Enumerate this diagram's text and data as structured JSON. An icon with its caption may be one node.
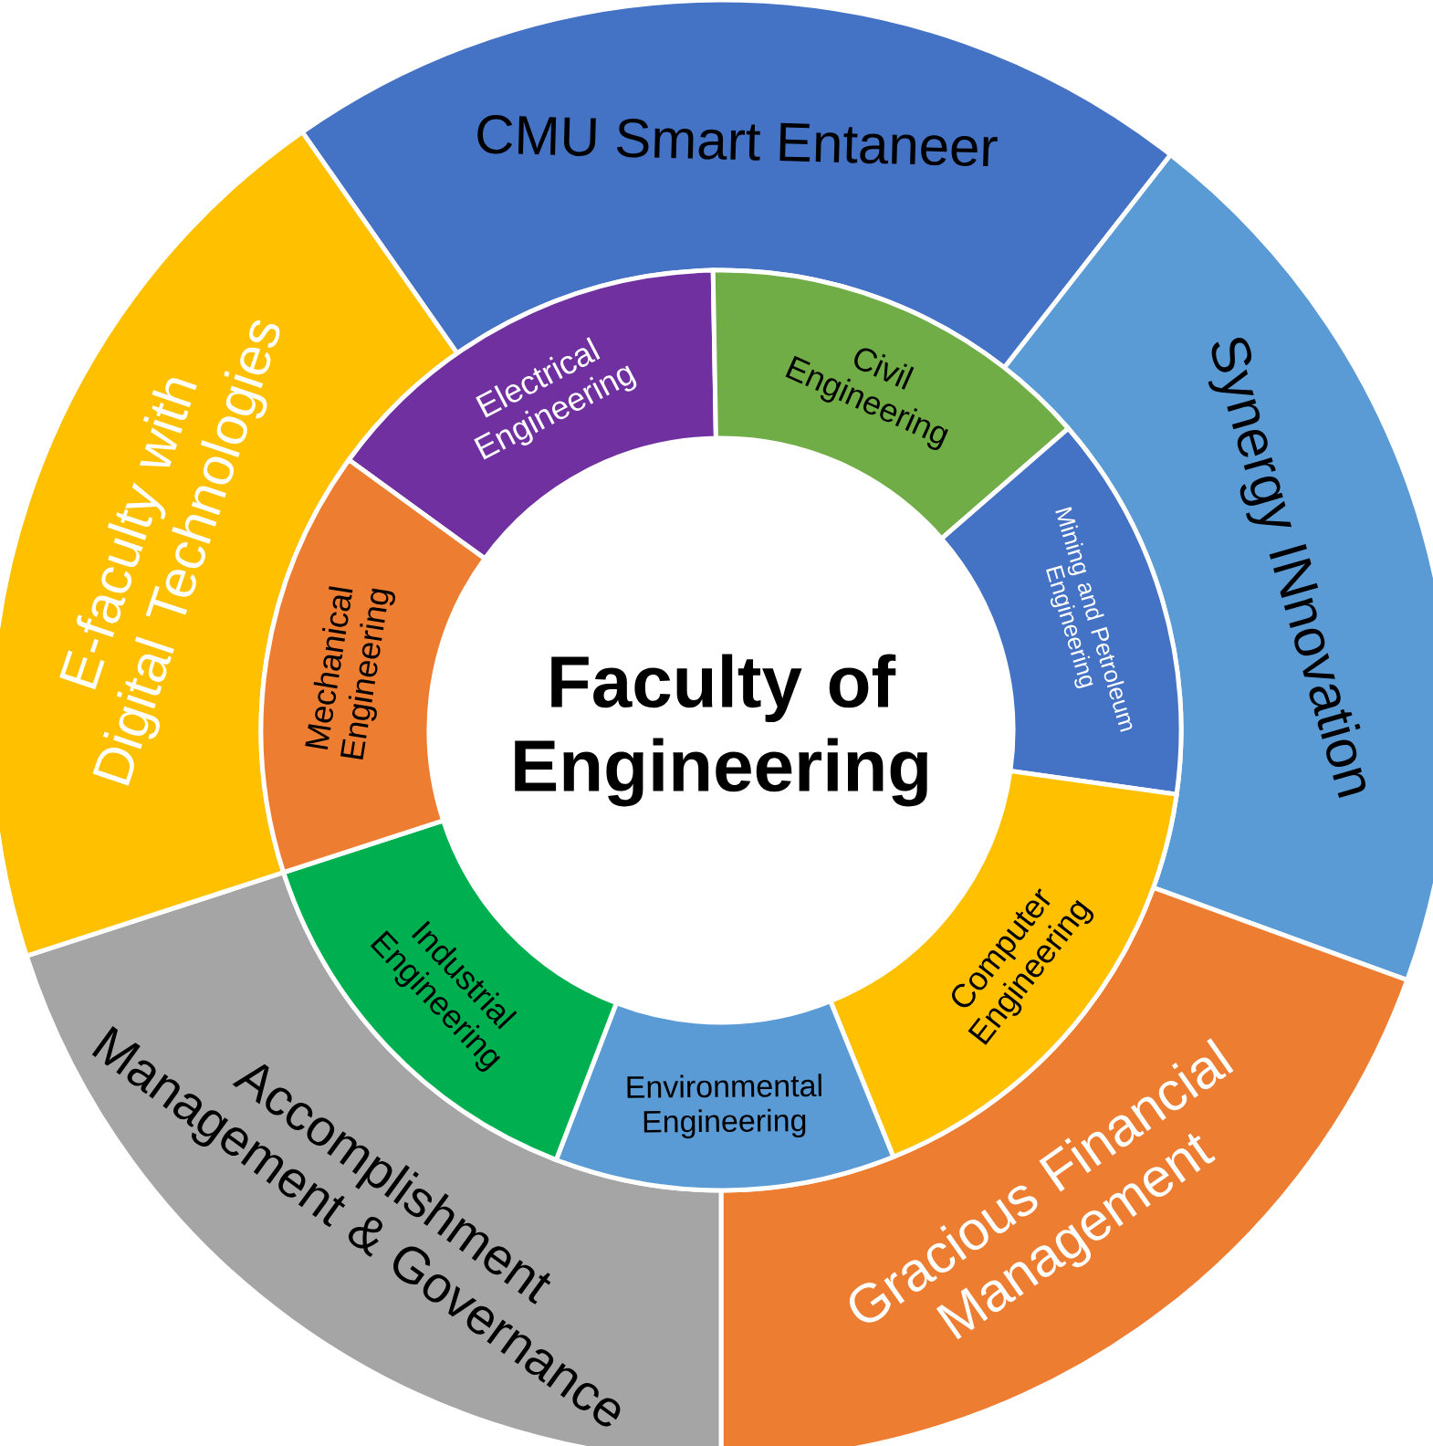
{
  "diagram": {
    "nodes": [
      {
        "text": [
          "Faculty of Engineering"
        ]
      },
      {
        "text": [
          "CMU Smart Entaneer"
        ]
      },
      {
        "text": [
          "Synergy INnovation"
        ]
      },
      {
        "text": [
          "Gracious Financial Management"
        ]
      },
      {
        "text": [
          "Accomplishment Management & Governance"
        ]
      },
      {
        "text": [
          "E-faculty with Digital Technologies"
        ]
      },
      {
        "text": [
          "Electrical Engineering"
        ]
      },
      {
        "text": [
          "Civil Engineering"
        ]
      },
      {
        "text": [
          "Mining and Petroleum Engineering"
        ]
      },
      {
        "text": [
          "Computer Engineering"
        ]
      },
      {
        "text": [
          "Environmental Engineering"
        ]
      },
      {
        "text": [
          "Industrial Engineering"
        ]
      },
      {
        "text": [
          "Mechanical Engineering"
        ]
      }
    ]
  }
}
